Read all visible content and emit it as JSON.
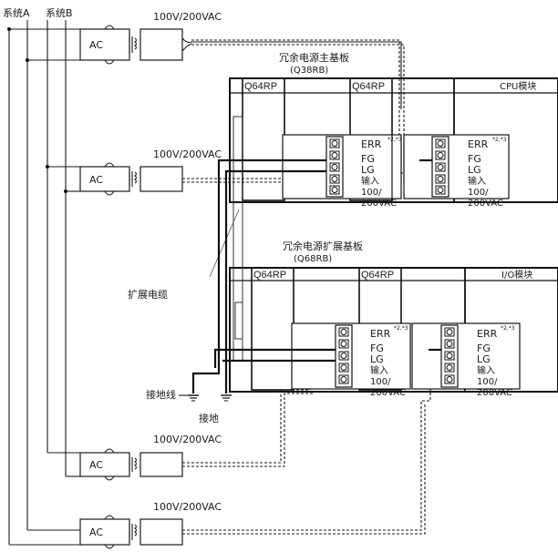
{
  "systems": {
    "a": "系统A",
    "b": "系统B"
  },
  "supplies": [
    {
      "voltage": "100V/200VAC",
      "ac": "AC"
    },
    {
      "voltage": "100V/200VAC",
      "ac": "AC"
    },
    {
      "voltage": "100V/200VAC",
      "ac": "AC"
    },
    {
      "voltage": "100V/200VAC",
      "ac": "AC"
    }
  ],
  "main_base": {
    "title": "冗余电源主基板",
    "model": "(Q38RB)",
    "modules": [
      "Q64RP",
      "Q64RP"
    ],
    "cpu_label": "CPU模块"
  },
  "ext_base": {
    "title": "冗余电源扩展基板",
    "model": "(Q68RB)",
    "modules": [
      "Q64RP",
      "Q64RP"
    ],
    "io_label": "I/O模块"
  },
  "terminals": {
    "err": "ERR",
    "note": "*2,*3",
    "fg": "FG",
    "lg": "LG",
    "input": "输入",
    "input_v1": "100/",
    "input_v2": "200VAC"
  },
  "labels": {
    "ext_cable": "扩展电缆",
    "ground_wire": "接地线",
    "ground": "接地"
  }
}
